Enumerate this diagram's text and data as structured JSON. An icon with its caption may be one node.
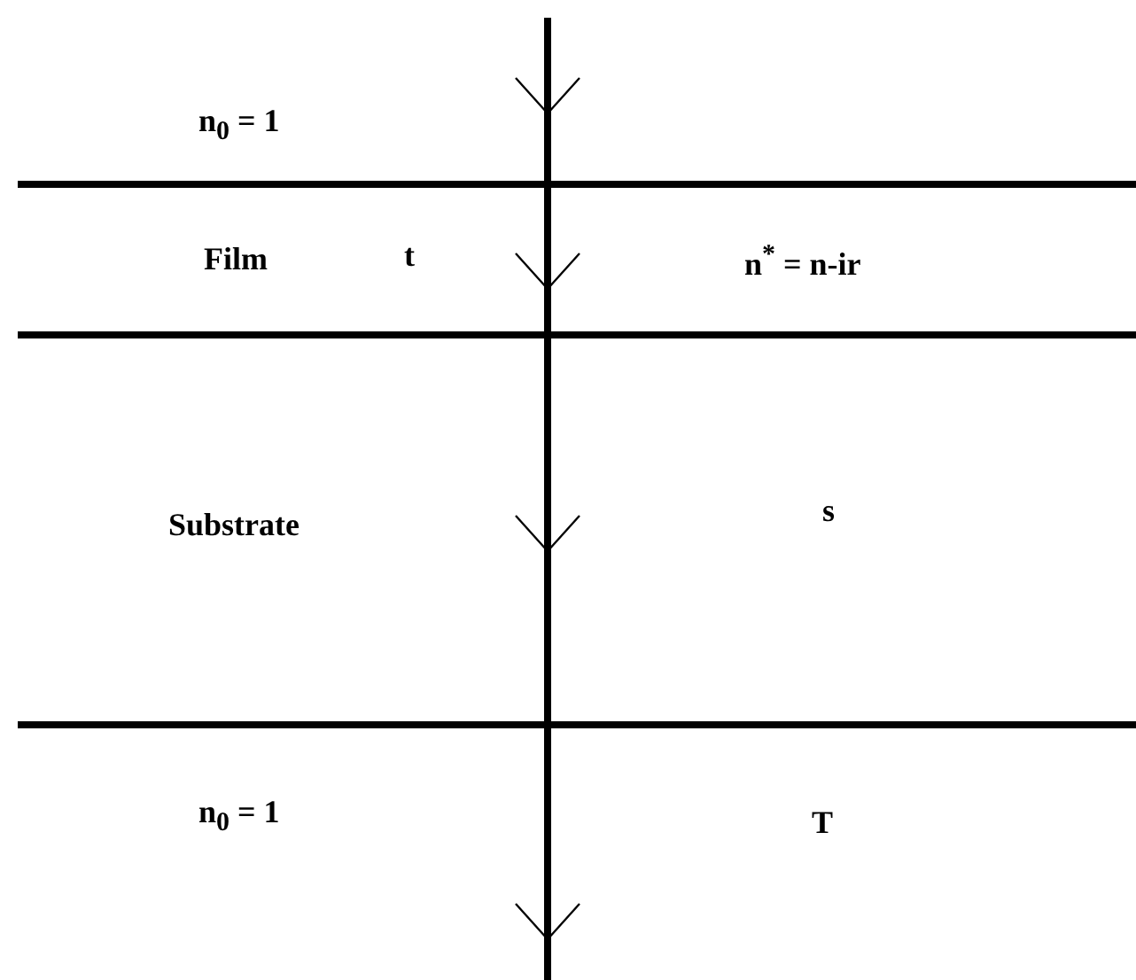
{
  "diagram": {
    "labels": [
      "n$_{0}$ = 1",
      "Film",
      "t",
      "n$^{*}$ = n-ir",
      "Substrate",
      "s",
      "n$_{0}$ = 1",
      "T"
    ]
  }
}
